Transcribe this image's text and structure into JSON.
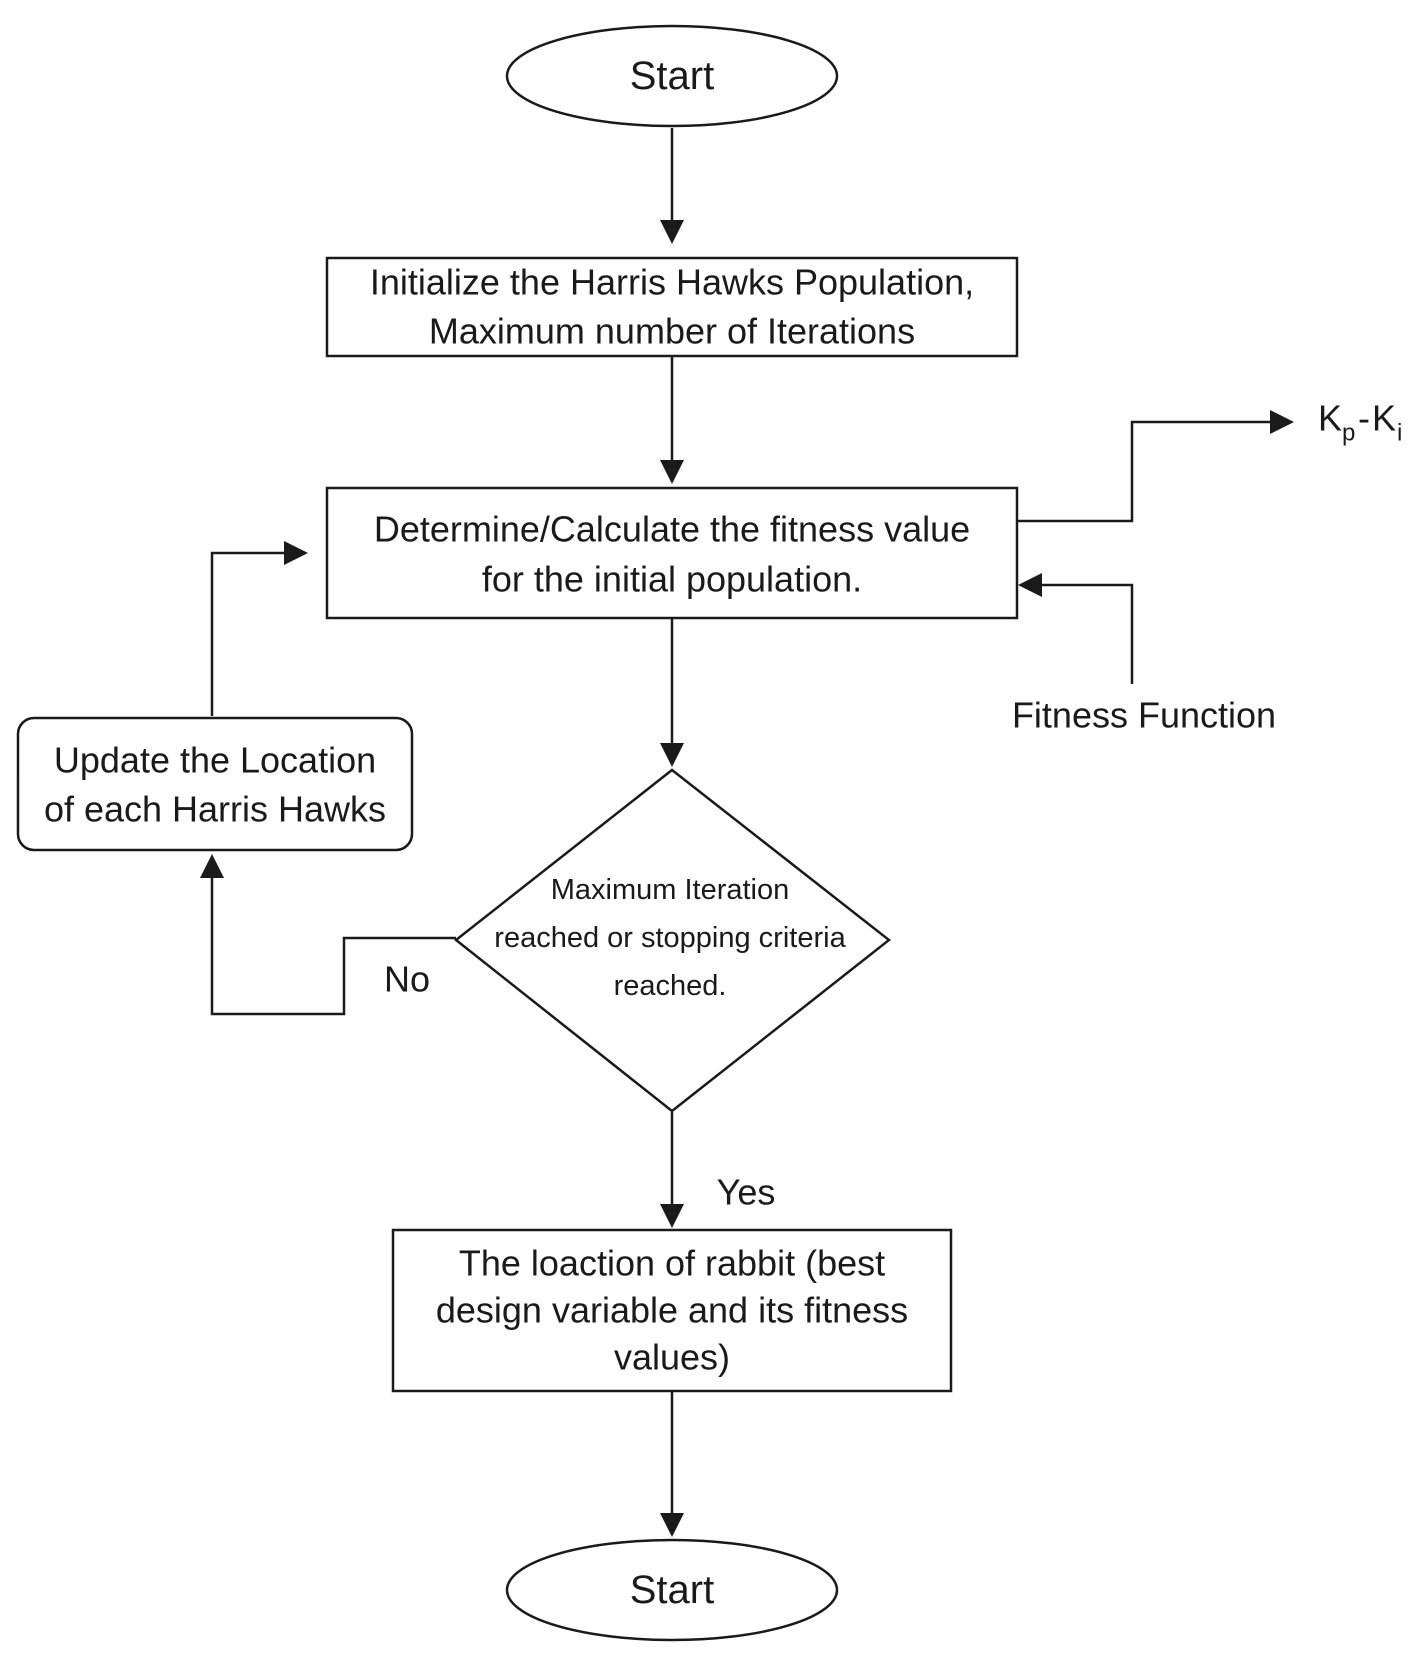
{
  "nodes": {
    "start_top": {
      "label": "Start"
    },
    "initialize": {
      "lines": [
        "Initialize the Harris Hawks Population,",
        "Maximum number of Iterations"
      ]
    },
    "fitness_calc": {
      "lines": [
        "Determine/Calculate the fitness value",
        "for the initial population."
      ]
    },
    "decision": {
      "lines": [
        "Maximum Iteration",
        "reached or stopping criteria",
        "reached."
      ]
    },
    "update": {
      "lines": [
        "Update the Location",
        "of each Harris Hawks"
      ]
    },
    "result": {
      "lines": [
        "The loaction of rabbit (best",
        "design variable and its fitness",
        "values)"
      ]
    },
    "start_bottom": {
      "label": "Start"
    }
  },
  "labels": {
    "no": "No",
    "yes": "Yes",
    "fitness_function": "Fitness Function",
    "output_main_a": "K",
    "output_sub_a": "p",
    "output_sep": "-",
    "output_main_b": "K",
    "output_sub_b": "i"
  }
}
